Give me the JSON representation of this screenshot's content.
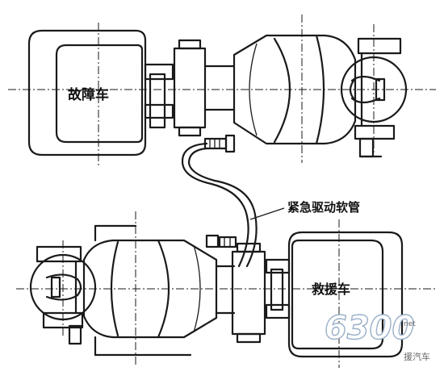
{
  "diagram": {
    "labels": {
      "faulty_vehicle": "故障车",
      "rescue_vehicle": "救援车",
      "hose": "紧急驱动软管"
    },
    "watermark": {
      "number": "6300",
      "suffix": "net",
      "source": "援汽车"
    },
    "colors": {
      "line": "#1a1a1a",
      "watermark_outline": "#9ab0c8"
    }
  }
}
